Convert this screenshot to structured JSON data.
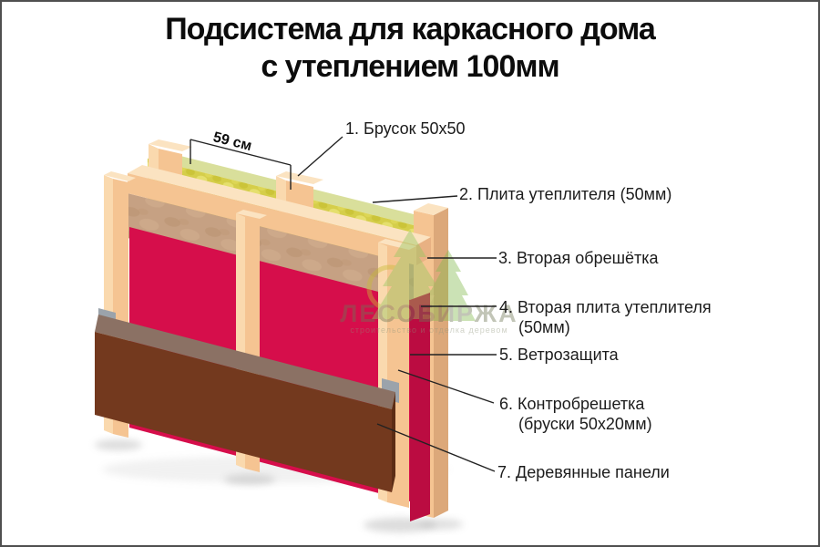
{
  "title": {
    "line1": "Подсистема для каркасного дома",
    "line2": "с утеплением 100мм"
  },
  "diagram": {
    "dimension_label": "59 см",
    "callouts": [
      {
        "line1": "1. Брусок 50x50"
      },
      {
        "line1": "2. Плита утеплителя (50мм)"
      },
      {
        "line1": "3. Вторая обрешётка"
      },
      {
        "line1": "4. Вторая плита утеплителя",
        "line2": "(50мм)"
      },
      {
        "line1": "5. Ветрозащита"
      },
      {
        "line1": "6. Контробрешетка",
        "line2": "(бруски 50x20мм)"
      },
      {
        "line1": "7. Деревянные панели"
      }
    ]
  },
  "watermark": {
    "brand": "ЛЕСОБИРЖА",
    "tagline": "строительство и отделка деревом"
  },
  "colors": {
    "wood_front": "#F5C492",
    "wood_side": "#FAD9AE",
    "wood_top": "#FBE3C1",
    "wood_flank": "#DCA87A",
    "wood_end": "#E8B183",
    "insulation": "#D5CE4A",
    "insulation_top": "#D9DF9B",
    "kraft": "#C6A183",
    "membrane": "#D60E4B",
    "membrane_edge": "#BB0C41",
    "panel": "#73391E",
    "panel_top": "#8B7164",
    "panel_edge": "#5C2C15",
    "metal": "#9BA3AB",
    "shadow": "#B3B3B3",
    "line": "#222222",
    "logo_green": "#95C75F",
    "logo_green_dark": "#85BB50",
    "logo_ring": "#C9BC35",
    "logo_text": "#6F7656",
    "logo_tagline": "#8E947A",
    "title_text": "#0C0C0C",
    "label_text": "#1C1C1C",
    "frame_border": "#4F4F4F"
  }
}
